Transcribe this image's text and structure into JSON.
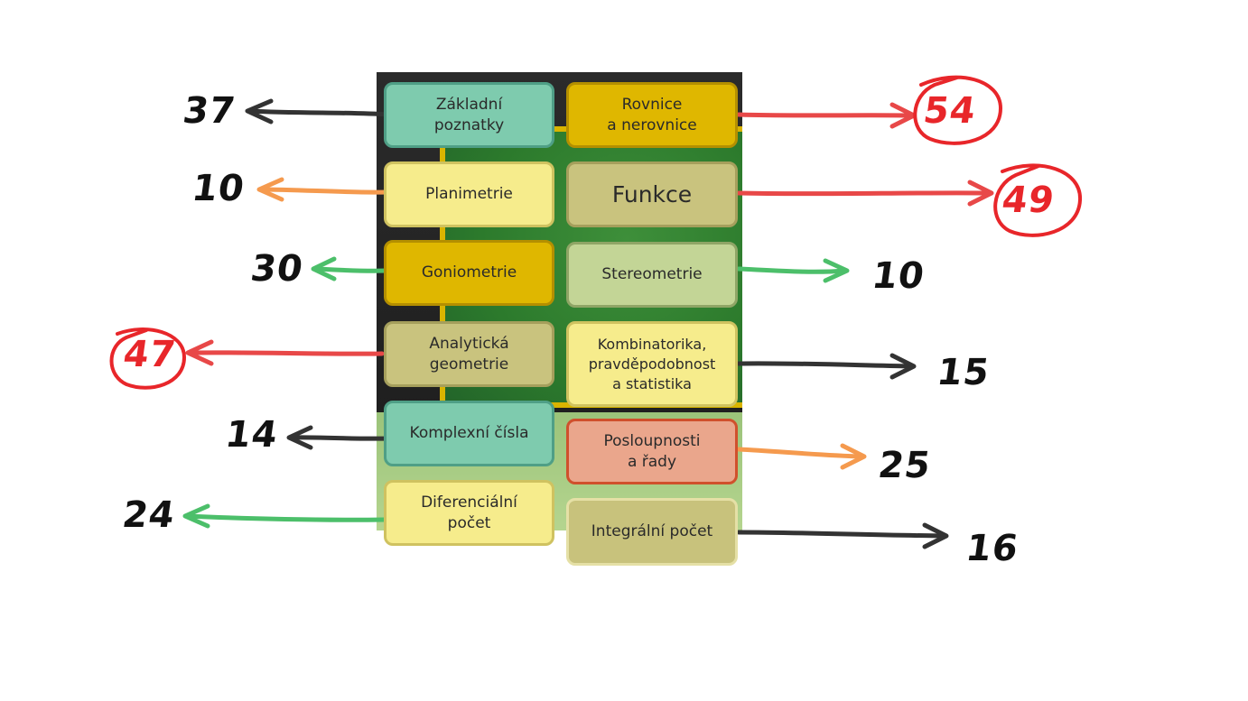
{
  "tiles": [
    {
      "label": "Základní\npoznatky",
      "count": "37"
    },
    {
      "label": "Rovnice\na nerovnice",
      "count": "54"
    },
    {
      "label": "Planimetrie",
      "count": "10"
    },
    {
      "label": "Funkce",
      "count": "49"
    },
    {
      "label": "Goniometrie",
      "count": "30"
    },
    {
      "label": "Stereometrie",
      "count": "10"
    },
    {
      "label": "Analytická\ngeometrie",
      "count": "47"
    },
    {
      "label": "Kombinatorika,\npravděpodobnost\na statistika",
      "count": "15"
    },
    {
      "label": "Komplexní čísla",
      "count": "14"
    },
    {
      "label": "Posloupnosti\na řady",
      "count": "25"
    },
    {
      "label": "Diferenciální\npočet",
      "count": "24"
    },
    {
      "label": "Integrální počet",
      "count": "16"
    }
  ],
  "colors": {
    "arrow_black": "#333333",
    "arrow_red": "#e84848",
    "arrow_orange": "#f59a4e",
    "arrow_green": "#4cbf6a",
    "circle_red": "#e8262a"
  }
}
